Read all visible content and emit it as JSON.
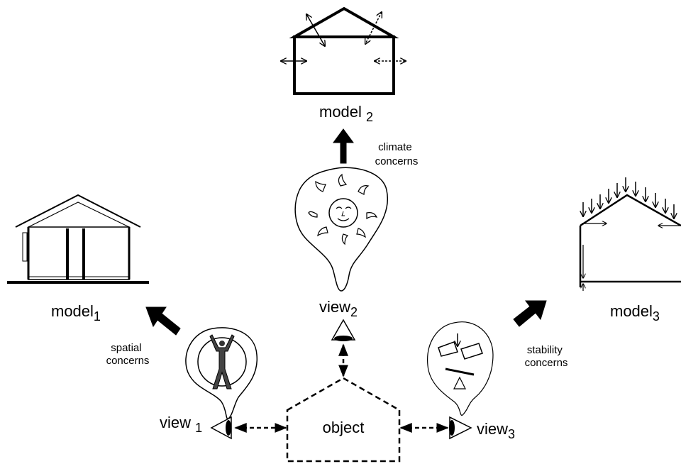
{
  "models": {
    "model1": {
      "label": "model",
      "sub": "1"
    },
    "model2": {
      "label": "model ",
      "sub": "2"
    },
    "model3": {
      "label": "model",
      "sub": "3"
    }
  },
  "views": {
    "view1": {
      "label": "view ",
      "sub": "1"
    },
    "view2": {
      "label": "view",
      "sub": "2"
    },
    "view3": {
      "label": "view",
      "sub": "3"
    }
  },
  "concerns": {
    "spatial": [
      "spatial",
      "concerns"
    ],
    "climate": [
      "climate",
      "concerns"
    ],
    "stability": [
      "stability",
      "concerns"
    ]
  },
  "object_label": "object"
}
